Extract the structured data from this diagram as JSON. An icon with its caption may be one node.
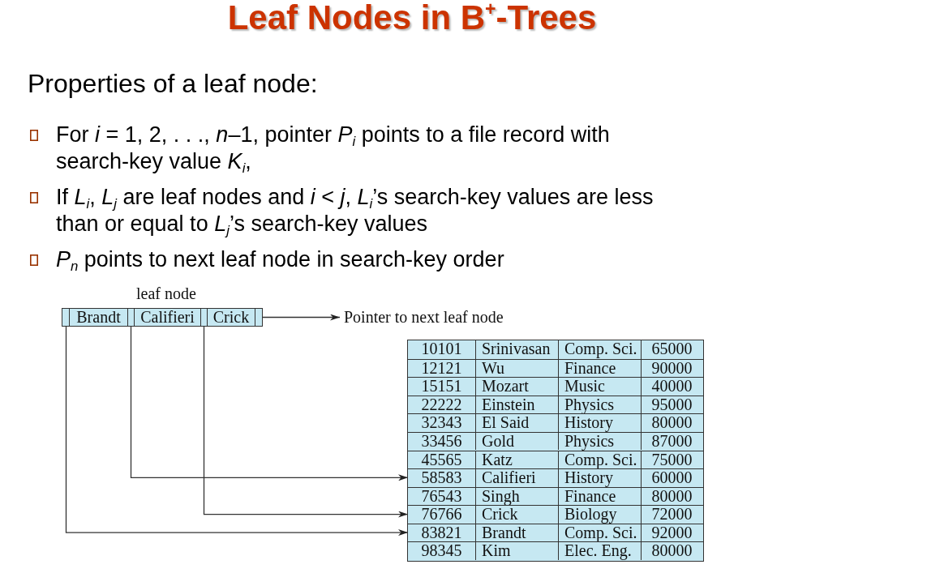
{
  "diagram": {
    "title": "Leaf Nodes in B$^{+}$-Trees",
    "nodes": [
      {
        "text": [],
        "shape": "box",
        "beside": [
          "leaf node"
        ]
      },
      {
        "text": [],
        "shape": "box",
        "in": 0
      },
      {
        "text": [
          "Brandt"
        ],
        "in": 0
      },
      {
        "text": [],
        "shape": "box",
        "in": 0
      },
      {
        "text": [
          "Califieri"
        ],
        "in": 0
      },
      {
        "text": [],
        "shape": "box",
        "in": 0
      },
      {
        "text": [
          "Crick"
        ],
        "in": 0
      },
      {
        "text": [],
        "shape": "box",
        "in": 0
      },
      {
        "text": [
          "Pointer to next leaf node"
        ]
      },
      {
        "text": [],
        "shape": "box"
      },
      {
        "text": [
          "10101",
          "Srinivasan",
          "Comp. Sci.",
          "65000"
        ],
        "in": 9
      },
      {
        "text": [
          "12121",
          "Wu",
          "Finance",
          "90000"
        ],
        "in": 9
      },
      {
        "text": [
          "15151",
          "Mozart",
          "Music",
          "40000"
        ],
        "in": 9
      },
      {
        "text": [
          "22222",
          "Einstein",
          "Physics",
          "95000"
        ],
        "in": 9
      },
      {
        "text": [
          "32343",
          "El Said",
          "History",
          "80000"
        ],
        "in": 9
      },
      {
        "text": [
          "33456",
          "Gold",
          "Physics",
          "87000"
        ],
        "in": 9
      },
      {
        "text": [
          "45565",
          "Katz",
          "Comp. Sci.",
          "75000"
        ],
        "in": 9
      },
      {
        "text": [
          "58583",
          "Califieri",
          "History",
          "60000"
        ],
        "in": 9
      },
      {
        "text": [
          "76543",
          "Singh",
          "Finance",
          "80000"
        ],
        "in": 9
      },
      {
        "text": [
          "76766",
          "Crick",
          "Biology",
          "72000"
        ],
        "in": 9
      },
      {
        "text": [
          "83821",
          "Brandt",
          "Comp. Sci.",
          "92000"
        ],
        "in": 9
      },
      {
        "text": [
          "98345",
          "Kim",
          "Elec. Eng.",
          "80000"
        ],
        "in": 9
      }
    ],
    "edges": [
      {
        "from": 1,
        "to": 20,
        "arrow": "to"
      },
      {
        "from": 3,
        "to": 17,
        "arrow": "to"
      },
      {
        "from": 5,
        "to": 19,
        "arrow": "to"
      },
      {
        "from": 7,
        "to": 8,
        "arrow": "to"
      }
    ],
    "labels": [
      "Properties of a leaf node:",
      "For *i* = 1, 2, . . ., *n*–1, pointer *P*$_{i}$ points to a file record with search-key value *K*$_{i}$,",
      "If *L*$_{i}$, *L*$_{j}$ are leaf nodes and *i* < *j*, *L*$_{i}$’s search-key values are less than or equal to *L*$_{j}$’s search-key values",
      "*P*$_{n}$ points to next leaf node in search-key order"
    ]
  }
}
